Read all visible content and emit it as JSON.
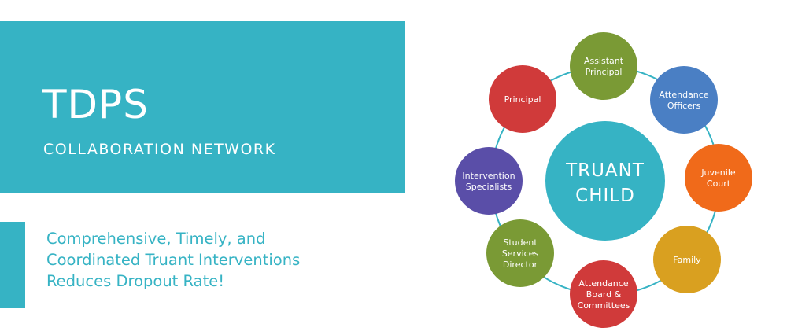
{
  "header": {
    "title": "TDPS",
    "subtitle": "COLLABORATION NETWORK"
  },
  "tagline": {
    "lines": [
      "Comprehensive, Timely, and",
      "Coordinated Truant Interventions",
      "Reduces Dropout Rate!"
    ]
  },
  "diagram": {
    "center": {
      "lines": [
        "TRUANT",
        "CHILD"
      ],
      "color": "#36b3c4"
    },
    "ring_color": "#36b3c4",
    "nodes": [
      {
        "name": "node-assistant-principal",
        "lines": [
          "Assistant",
          "Principal"
        ],
        "color": "#7a9a35"
      },
      {
        "name": "node-attendance-officers",
        "lines": [
          "Attendance",
          "Officers"
        ],
        "color": "#4a7fc4"
      },
      {
        "name": "node-juvenile-court",
        "lines": [
          "Juvenile",
          "Court"
        ],
        "color": "#f06a1a"
      },
      {
        "name": "node-family",
        "lines": [
          "Family"
        ],
        "color": "#d9a020"
      },
      {
        "name": "node-attendance-board",
        "lines": [
          "Attendance",
          "Board &",
          "Committees"
        ],
        "color": "#d03a3a"
      },
      {
        "name": "node-student-services-director",
        "lines": [
          "Student",
          "Services",
          "Director"
        ],
        "color": "#7a9a35"
      },
      {
        "name": "node-intervention-specialists",
        "lines": [
          "Intervention",
          "Specialists"
        ],
        "color": "#5a4ea8"
      },
      {
        "name": "node-principal",
        "lines": [
          "Principal"
        ],
        "color": "#d03a3a"
      }
    ]
  }
}
